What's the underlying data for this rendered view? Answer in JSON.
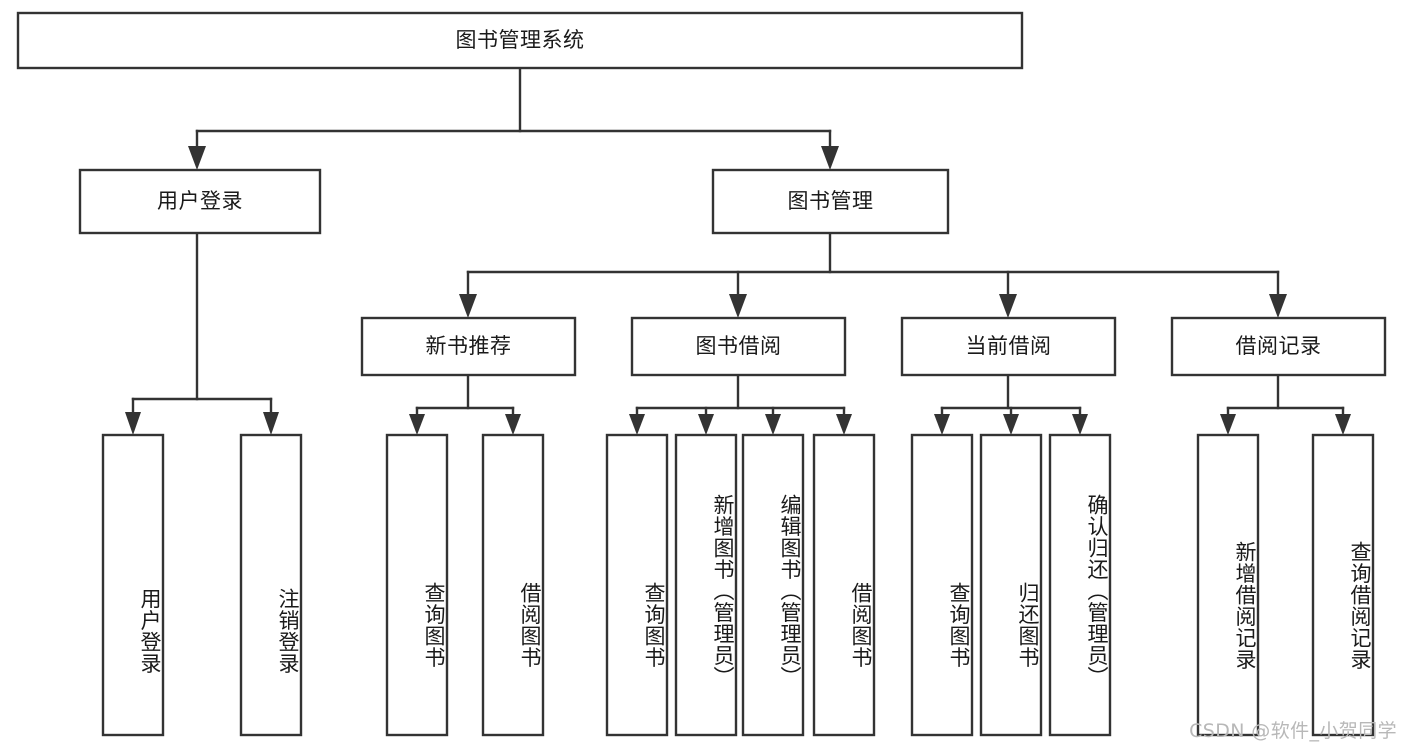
{
  "diagram": {
    "title": "图书管理系统",
    "type": "tree-hierarchy-chart",
    "orientation": "top-down",
    "colors": {
      "stroke": "#333333",
      "node_fill": "#ffffff",
      "text": "#1a1a1a",
      "background": "#ffffff",
      "watermark": "#b8b8b8"
    },
    "watermark": "CSDN @软件_小贺同学",
    "nodes": {
      "root": {
        "label": "图书管理系统"
      },
      "level1": [
        {
          "id": "user-login",
          "label": "用户登录"
        },
        {
          "id": "book-manage",
          "label": "图书管理"
        }
      ],
      "level2": [
        {
          "id": "new-book-recommend",
          "label": "新书推荐"
        },
        {
          "id": "book-borrow",
          "label": "图书借阅"
        },
        {
          "id": "current-borrow",
          "label": "当前借阅"
        },
        {
          "id": "borrow-record",
          "label": "借阅记录"
        }
      ],
      "leaves": {
        "user_login": [
          {
            "id": "leaf-user-login",
            "label": "用户登录"
          },
          {
            "id": "leaf-logout-login",
            "label": "注销登录"
          }
        ],
        "new_book_recommend": [
          {
            "id": "leaf-query-book-1",
            "label": "查询图书"
          },
          {
            "id": "leaf-borrow-book-1",
            "label": "借阅图书"
          }
        ],
        "book_borrow": [
          {
            "id": "leaf-query-book-2",
            "label": "查询图书"
          },
          {
            "id": "leaf-add-book",
            "label": "新增图书（管理员）"
          },
          {
            "id": "leaf-edit-book",
            "label": "编辑图书（管理员）"
          },
          {
            "id": "leaf-borrow-book-2",
            "label": "借阅图书"
          }
        ],
        "current_borrow": [
          {
            "id": "leaf-query-book-3",
            "label": "查询图书"
          },
          {
            "id": "leaf-return-book",
            "label": "归还图书"
          },
          {
            "id": "leaf-confirm-return",
            "label": "确认归还（管理员）"
          }
        ],
        "borrow_record": [
          {
            "id": "leaf-add-record",
            "label": "新增借阅记录"
          },
          {
            "id": "leaf-query-record",
            "label": "查询借阅记录"
          }
        ]
      }
    }
  }
}
